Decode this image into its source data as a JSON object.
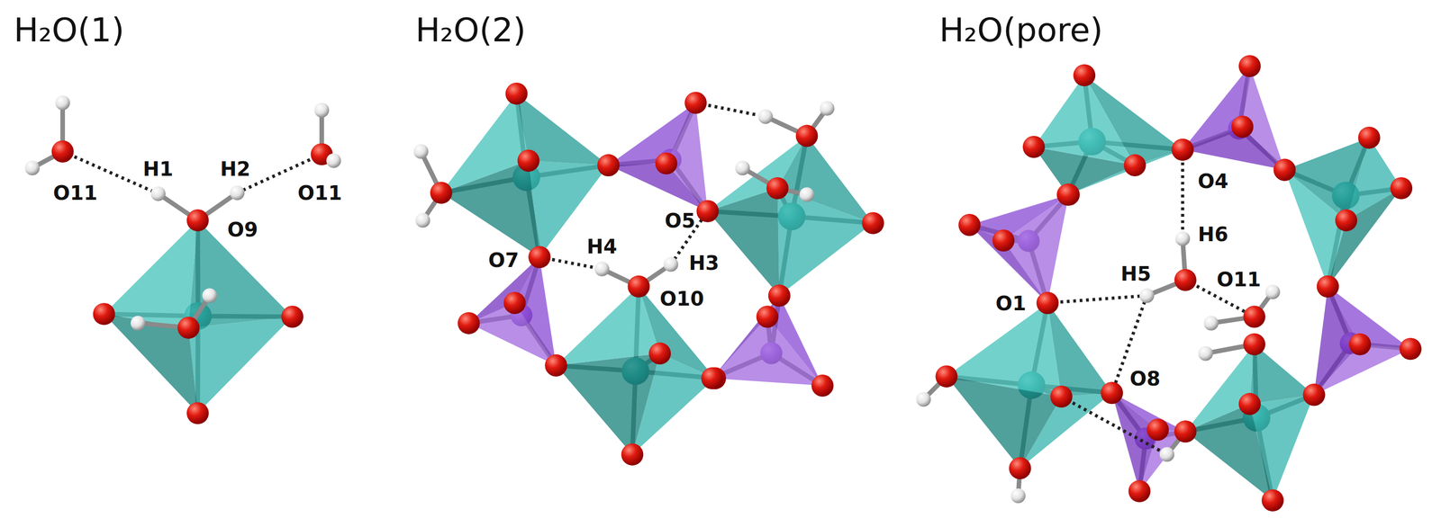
{
  "diagram": {
    "labels": [
      "H₂O(1)",
      "H₂O(2)",
      "H₂O(pore)",
      "O11",
      "H1",
      "H2",
      "O11",
      "O9",
      "O5",
      "O7",
      "H4",
      "H3",
      "O10",
      "O4",
      "H6",
      "H5",
      "O11",
      "O1",
      "O8"
    ]
  }
}
